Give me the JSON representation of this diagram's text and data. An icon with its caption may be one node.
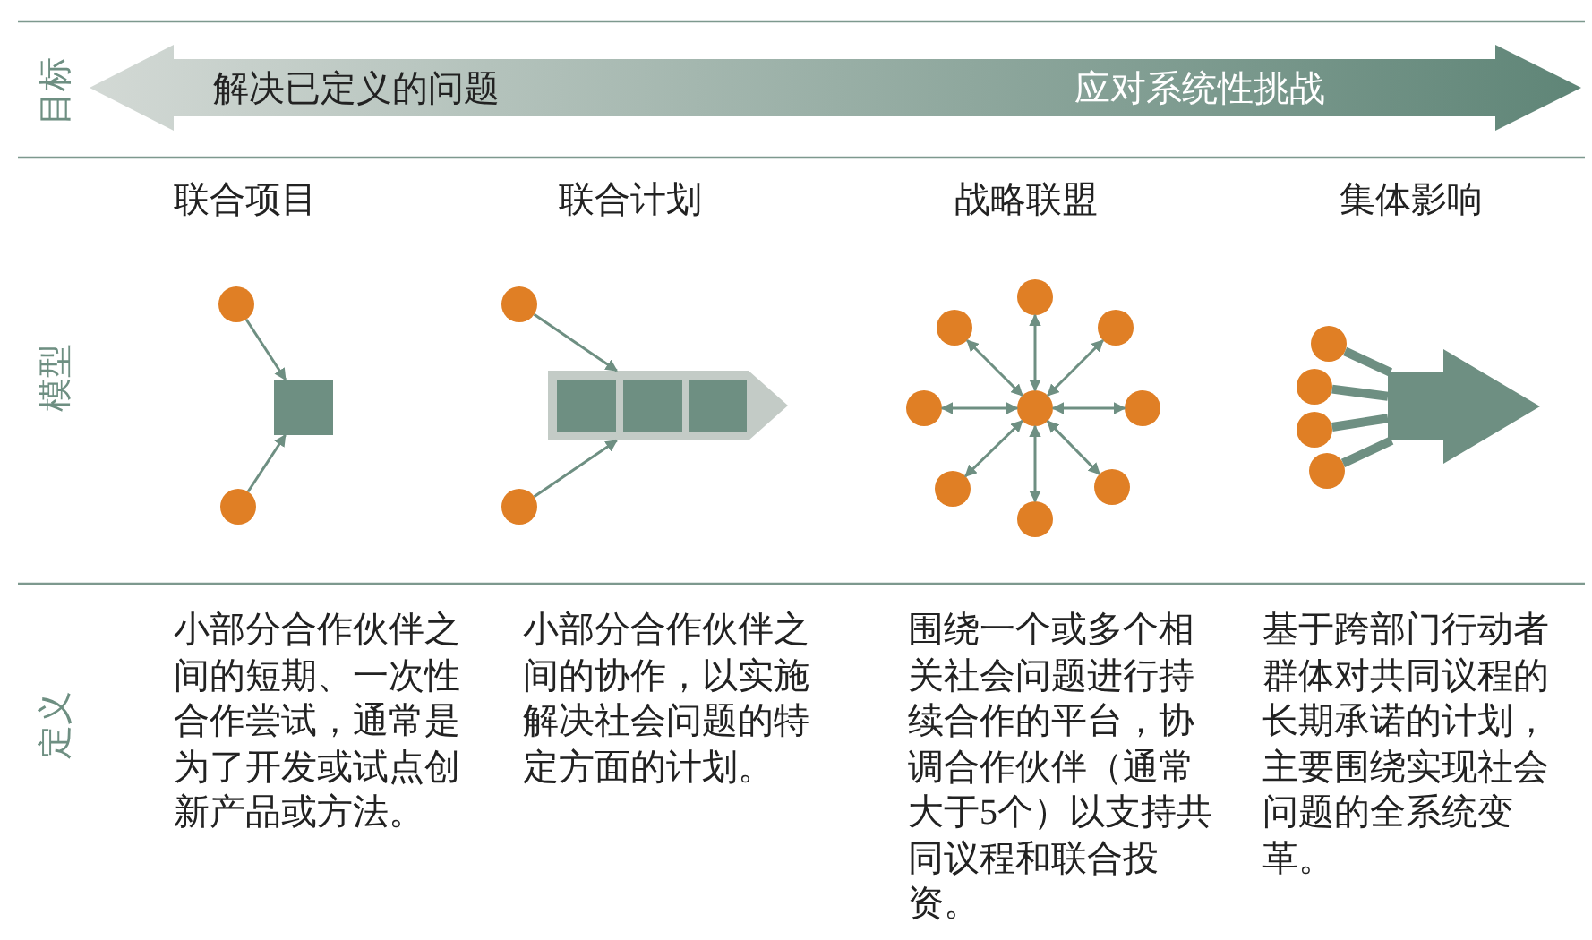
{
  "diagram": {
    "nodes": [
      {
        "text": [],
        "shape": "circle"
      },
      {
        "text": [],
        "shape": "box"
      },
      {
        "text": [],
        "shape": "circle"
      },
      {
        "text": [],
        "shape": "circle"
      },
      {
        "text": [],
        "shape": "bar"
      },
      {
        "text": [],
        "shape": "box",
        "in": 4
      },
      {
        "text": [],
        "shape": "box",
        "in": 4
      },
      {
        "text": [],
        "shape": "box",
        "in": 4
      },
      {
        "text": [],
        "shape": "circle"
      },
      {
        "text": [],
        "shape": "circle"
      },
      {
        "text": [],
        "shape": "circle"
      },
      {
        "text": [],
        "shape": "circle"
      },
      {
        "text": [],
        "shape": "circle"
      },
      {
        "text": [],
        "shape": "circle"
      },
      {
        "text": [],
        "shape": "circle"
      },
      {
        "text": [],
        "shape": "circle"
      },
      {
        "text": [],
        "shape": "circle"
      },
      {
        "text": [],
        "shape": "circle"
      },
      {
        "text": [],
        "shape": "circle"
      },
      {
        "text": [],
        "shape": "circle"
      },
      {
        "text": [],
        "shape": "circle"
      },
      {
        "text": [],
        "shape": "circle"
      },
      {
        "text": [],
        "shape": "arrow"
      }
    ],
    "edges": [
      {
        "from": 0,
        "to": 1,
        "arrow": "to"
      },
      {
        "from": 2,
        "to": 1,
        "arrow": "to"
      },
      {
        "from": 3,
        "to": 4,
        "arrow": "to"
      },
      {
        "from": 8,
        "to": 4,
        "arrow": "to"
      },
      {
        "from": 9,
        "to": 10,
        "arrow": "both"
      },
      {
        "from": 9,
        "to": 11,
        "arrow": "both"
      },
      {
        "from": 9,
        "to": 12,
        "arrow": "both"
      },
      {
        "from": 9,
        "to": 13,
        "arrow": "both"
      },
      {
        "from": 9,
        "to": 14,
        "arrow": "both"
      },
      {
        "from": 9,
        "to": 15,
        "arrow": "both"
      },
      {
        "from": 9,
        "to": 16,
        "arrow": "both"
      },
      {
        "from": 9,
        "to": 17,
        "arrow": "both"
      },
      {
        "from": 18,
        "to": 22,
        "arrow": "none",
        "style": "thick"
      },
      {
        "from": 19,
        "to": 22,
        "arrow": "none",
        "style": "thick"
      },
      {
        "from": 20,
        "to": 22,
        "arrow": "none",
        "style": "thick"
      },
      {
        "from": 21,
        "to": 22,
        "arrow": "none",
        "style": "thick"
      }
    ],
    "labels": [
      "目标",
      "解决已定义的问题",
      "应对系统性挑战",
      "联合项目",
      "联合计划",
      "战略联盟",
      "集体影响",
      "模型",
      "定义",
      "小部分合作伙伴之间的短期、一次性合作尝试，通常是为了开发或试点创新产品或方法。",
      "小部分合作伙伴之间的协作，以实施解决社会问题的特定方面的计划。",
      "围绕一个或多个相关社会问题进行持续合作的平台，协调合作伙伴（通常大于5个）以支持共同议程和联合投资。",
      "基于跨部门行动者群体对共同议程的长期承诺的计划，主要围绕实现社会问题的全系统变革。"
    ]
  }
}
